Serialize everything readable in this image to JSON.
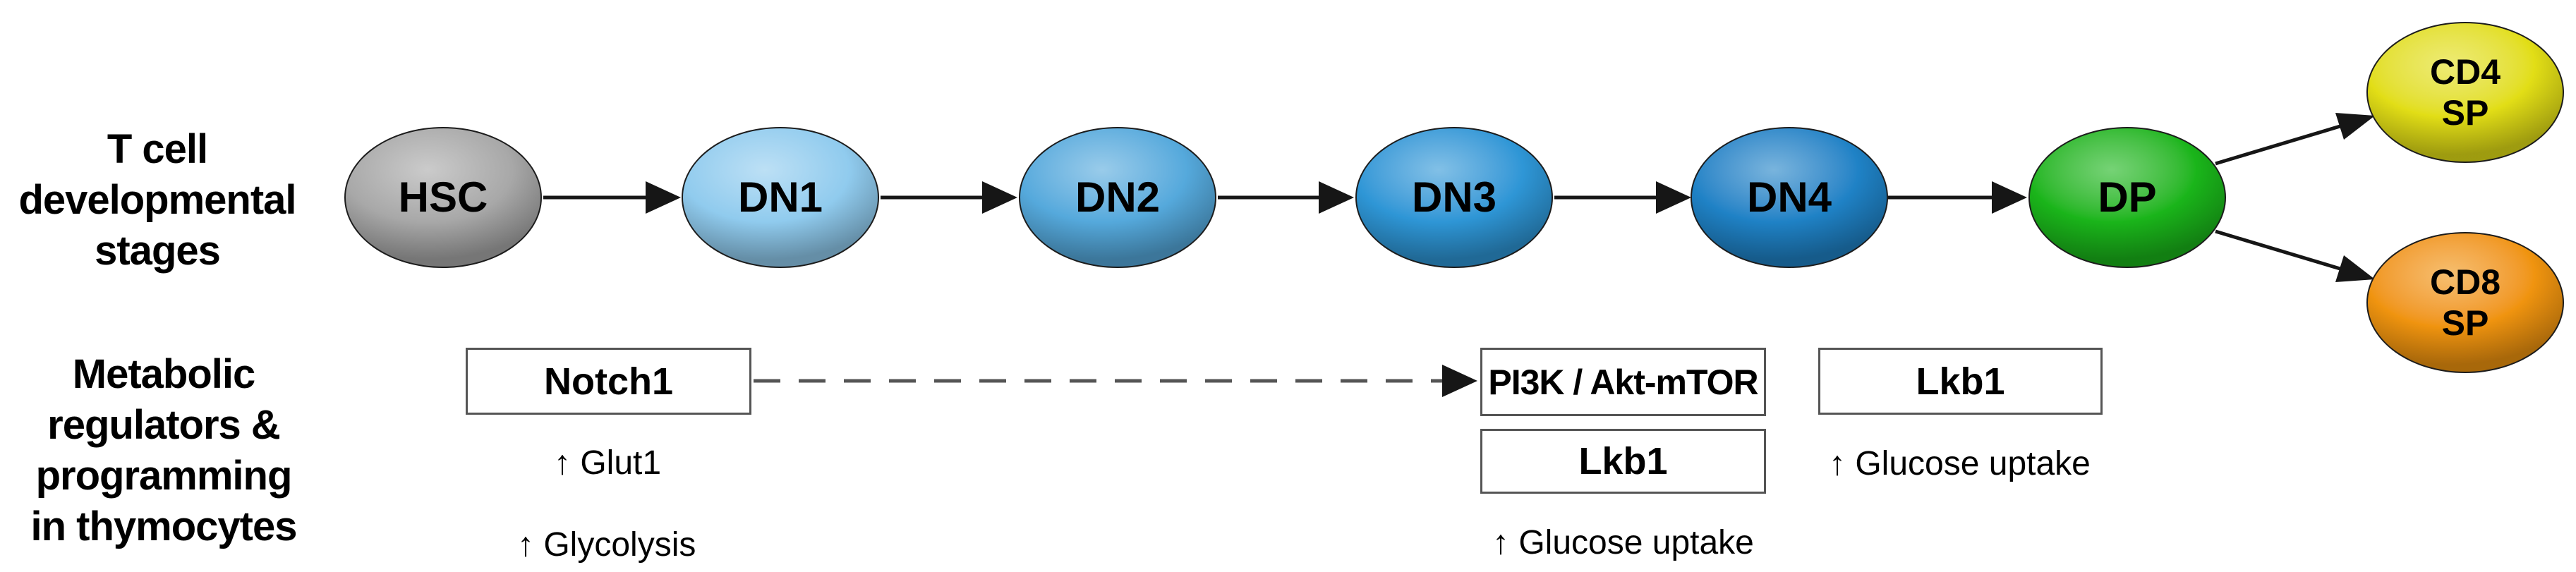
{
  "row_labels": {
    "stages": [
      "T cell",
      "developmental",
      "stages"
    ],
    "metabolic": [
      "Metabolic",
      "regulators &",
      "programming",
      "in thymocytes"
    ]
  },
  "stages": [
    {
      "id": "hsc",
      "label": "HSC",
      "color": "#a8a8a8"
    },
    {
      "id": "dn1",
      "label": "DN1",
      "color": "#90cbee"
    },
    {
      "id": "dn2",
      "label": "DN2",
      "color": "#55a9dc"
    },
    {
      "id": "dn3",
      "label": "DN3",
      "color": "#2e96d6"
    },
    {
      "id": "dn4",
      "label": "DN4",
      "color": "#1f82c6"
    },
    {
      "id": "dp",
      "label": "DP",
      "color": "#1ab51a"
    },
    {
      "id": "cd4sp",
      "lines": [
        "CD4",
        "SP"
      ],
      "color": "#e2de16"
    },
    {
      "id": "cd8sp",
      "lines": [
        "CD8",
        "SP"
      ],
      "color": "#f0940f"
    }
  ],
  "flow": [
    "HSC→DN1",
    "DN1→DN2",
    "DN2→DN3",
    "DN3→DN4",
    "DN4→DP",
    "DP→CD4 SP",
    "DP→CD8 SP",
    "Notch1⇢PI3K / Akt-mTOR (dashed)"
  ],
  "regulators": [
    {
      "id": "notch1",
      "label": "Notch1"
    },
    {
      "id": "pi3k",
      "label": "PI3K / Akt-mTOR"
    },
    {
      "id": "lkb1_dn3",
      "label": "Lkb1"
    },
    {
      "id": "lkb1_dp",
      "label": "Lkb1"
    }
  ],
  "effects": [
    {
      "id": "glut1",
      "text": "↑ Glut1"
    },
    {
      "id": "glycolysis",
      "text": "↑ Glycolysis"
    },
    {
      "id": "glucose_dn3",
      "text": "↑ Glucose uptake"
    },
    {
      "id": "glucose_dp",
      "text": "↑ Glucose uptake"
    }
  ],
  "colors": {
    "arrow": "#161616",
    "dashed_arrow": "#555555",
    "box_border": "#555555",
    "text": "#000000",
    "background": "#ffffff"
  }
}
